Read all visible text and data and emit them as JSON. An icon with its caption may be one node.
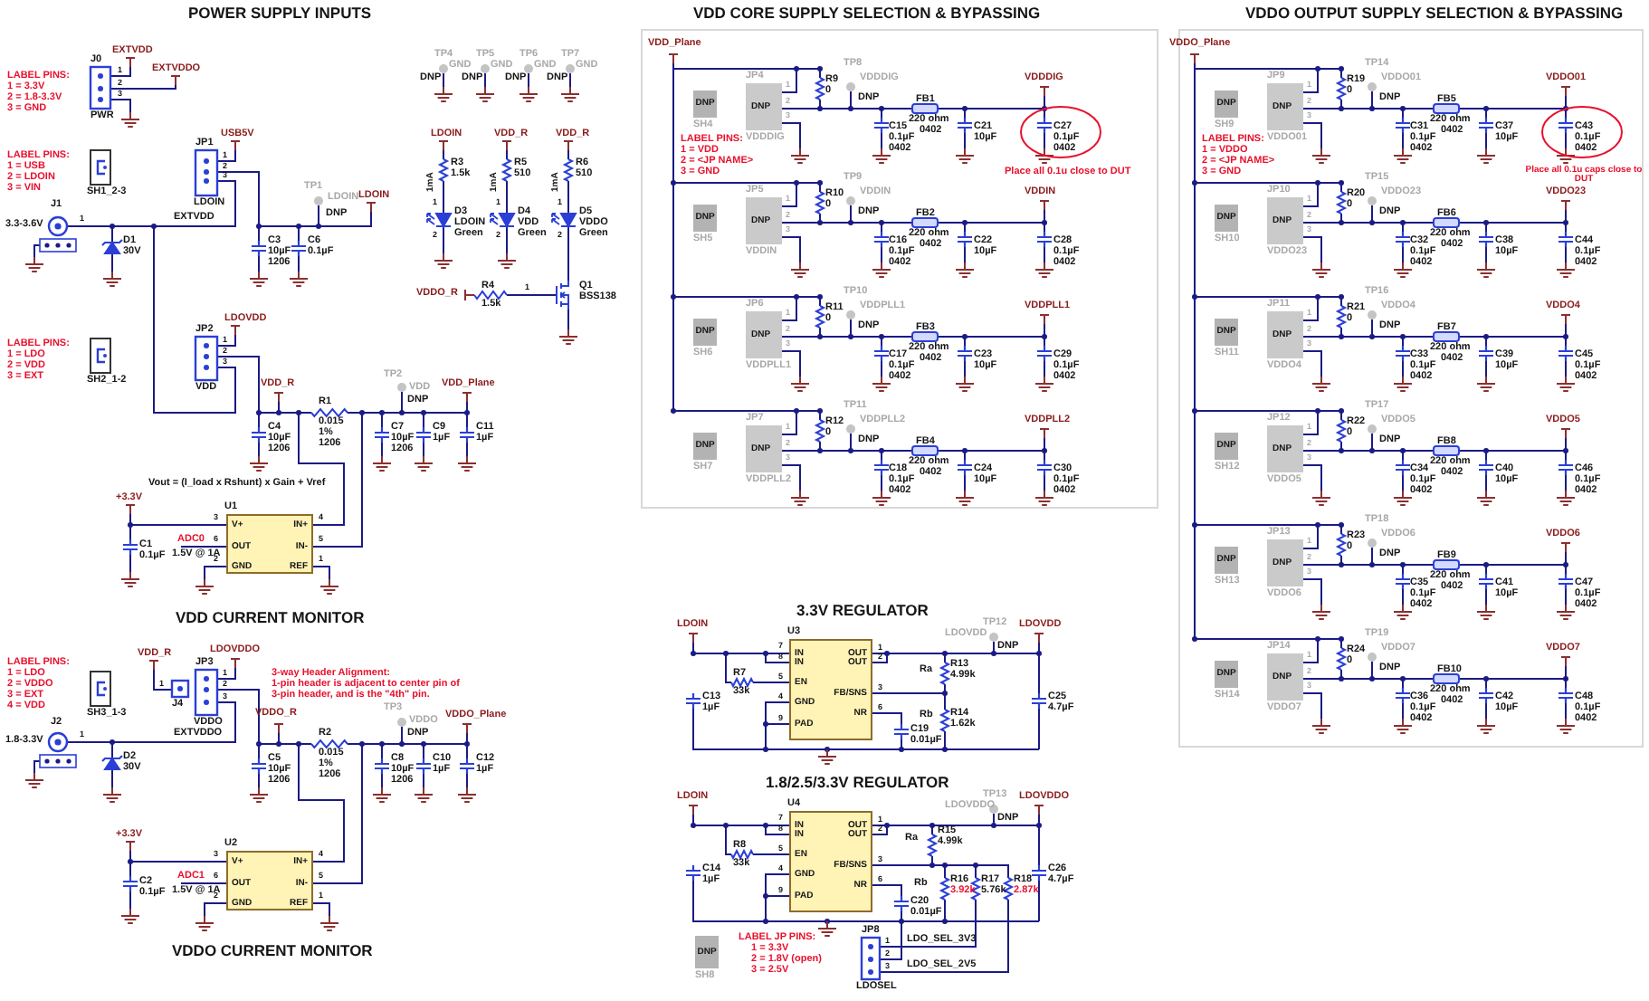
{
  "diagram": {
    "nodes": [
      {
        "text": [
          "V+",
          "OUT",
          "GND",
          "IN+",
          "IN-",
          "REF"
        ],
        "beside": [
          "U1"
        ]
      },
      {
        "text": [
          "V+",
          "OUT",
          "GND",
          "IN+",
          "IN-",
          "REF"
        ],
        "beside": [
          "U2"
        ]
      },
      {
        "text": [
          "DNP"
        ],
        "beside": [
          "SH4"
        ]
      },
      {
        "text": [
          "DNP"
        ],
        "beside": [
          "JP4",
          "VDDDIG"
        ]
      },
      {
        "text": [
          "DNP"
        ],
        "beside": [
          "SH5"
        ]
      },
      {
        "text": [
          "DNP"
        ],
        "beside": [
          "JP5",
          "VDDIN"
        ]
      },
      {
        "text": [
          "DNP"
        ],
        "beside": [
          "SH6"
        ]
      },
      {
        "text": [
          "DNP"
        ],
        "beside": [
          "JP6",
          "VDDPLL1"
        ]
      },
      {
        "text": [
          "DNP"
        ],
        "beside": [
          "SH7"
        ]
      },
      {
        "text": [
          "DNP"
        ],
        "beside": [
          "JP7",
          "VDDPLL2"
        ]
      },
      {
        "text": [
          "IN",
          "IN",
          "EN",
          "GND",
          "PAD",
          "OUT",
          "OUT",
          "FB/SNS",
          "NR"
        ],
        "beside": [
          "U3"
        ]
      },
      {
        "text": [
          "IN",
          "IN",
          "EN",
          "GND",
          "PAD",
          "OUT",
          "OUT",
          "FB/SNS",
          "NR"
        ],
        "beside": [
          "U4"
        ]
      },
      {
        "text": [
          "DNP"
        ],
        "beside": [
          "SH8"
        ]
      },
      {
        "text": [
          "DNP"
        ],
        "beside": [
          "SH9"
        ]
      },
      {
        "text": [
          "DNP"
        ],
        "beside": [
          "JP9",
          "VDDO01"
        ]
      },
      {
        "text": [
          "DNP"
        ],
        "beside": [
          "SH10"
        ]
      },
      {
        "text": [
          "DNP"
        ],
        "beside": [
          "JP10",
          "VDDO23"
        ]
      },
      {
        "text": [
          "DNP"
        ],
        "beside": [
          "SH11"
        ]
      },
      {
        "text": [
          "DNP"
        ],
        "beside": [
          "JP11",
          "VDDO4"
        ]
      },
      {
        "text": [
          "DNP"
        ],
        "beside": [
          "SH12"
        ]
      },
      {
        "text": [
          "DNP"
        ],
        "beside": [
          "JP12",
          "VDDO5"
        ]
      },
      {
        "text": [
          "DNP"
        ],
        "beside": [
          "SH13"
        ]
      },
      {
        "text": [
          "DNP"
        ],
        "beside": [
          "JP13",
          "VDDO6"
        ]
      },
      {
        "text": [
          "DNP"
        ],
        "beside": [
          "SH14"
        ]
      },
      {
        "text": [
          "DNP"
        ],
        "beside": [
          "JP14",
          "VDDO7"
        ]
      }
    ],
    "labels": [
      "POWER SUPPLY INPUTS",
      "J0",
      "EXTVDD",
      "1",
      "EXTVDDO",
      "2",
      "3",
      "PWR",
      "LABEL PINS:",
      "1 = 3.3V",
      "2 = 1.8-3.3V",
      "3 = GND",
      "LABEL PINS:",
      "1 = USB",
      "2 = LDOIN",
      "3 = VIN",
      "SH1_2-3",
      "USB5V",
      "JP1",
      "1",
      "2",
      "3",
      "J1",
      "LDOIN",
      "3.3-3.6V",
      "1",
      "EXTVDD",
      "D1",
      "30V",
      "TP1",
      "LDOIN",
      "DNP",
      "LDOIN",
      "C3",
      "10µF",
      "1206",
      "C6",
      "0.1µF",
      "TP4",
      "DNP",
      "GND",
      "TP5",
      "DNP",
      "GND",
      "TP6",
      "DNP",
      "GND",
      "TP7",
      "DNP",
      "GND",
      "LDOIN",
      "R3",
      "1.5k",
      "1mA",
      "1",
      "2",
      "D3",
      "LDOIN",
      "Green",
      "VDD_R",
      "R5",
      "510",
      "1mA",
      "1",
      "2",
      "D4",
      "VDD",
      "Green",
      "VDD_R",
      "R6",
      "510",
      "1mA",
      "1",
      "2",
      "D5",
      "VDDO",
      "Green",
      "VDDO_R",
      "R4",
      "1.5k",
      "1",
      "Q1",
      "BSS138",
      "LDOVDD",
      "JP2",
      "1",
      "2",
      "3",
      "VDD",
      "LABEL PINS:",
      "1 = LDO",
      "2 = VDD",
      "3 = EXT",
      "SH2_1-2",
      "VDD_R",
      "TP2",
      "VDD",
      "DNP",
      "VDD_Plane",
      "R1",
      "0.015",
      "1%",
      "1206",
      "C4",
      "10µF",
      "1206",
      "C7",
      "10µF",
      "1206",
      "C9",
      "1µF",
      "C11",
      "1µF",
      "Vout = (I_load x Rshunt) x Gain + Vref",
      "+3.3V",
      "3",
      "6",
      "2",
      "4",
      "5",
      "1",
      "ADC0",
      "1.5V @ 1A",
      "C1",
      "0.1µF",
      "VDD CURRENT MONITOR",
      "LABEL PINS:",
      "1 = LDO",
      "2 = VDDO",
      "3 = EXT",
      "4 = VDD",
      "SH3_1-3",
      "VDD_R",
      "LDOVDDO",
      "JP3",
      "1",
      "2",
      "3",
      "VDDO",
      "J4",
      "1",
      "3-way Header Alignment:",
      "1-pin header is adjacent to center pin of",
      "3-pin header, and is the \"4th\" pin.",
      "J2",
      "1.8-3.3V",
      "1",
      "EXTVDDO",
      "D2",
      "30V",
      "VDDO_R",
      "TP3",
      "VDDO",
      "DNP",
      "VDDO_Plane",
      "R2",
      "0.015",
      "1%",
      "1206",
      "C5",
      "10µF",
      "1206",
      "C8",
      "10µF",
      "1206",
      "C10",
      "1µF",
      "C12",
      "1µF",
      "+3.3V",
      "3",
      "6",
      "2",
      "4",
      "5",
      "1",
      "ADC1",
      "1.5V @ 1A",
      "C2",
      "0.1µF",
      "VDDO CURRENT MONITOR",
      "VDD CORE SUPPLY SELECTION & BYPASSING",
      "VDD_Plane",
      "TP8",
      "VDDDIG",
      "DNP",
      "R9",
      "0",
      "1",
      "2",
      "3",
      "C15",
      "0.1µF",
      "0402",
      "FB1",
      "220 ohm",
      "0402",
      "C21",
      "10µF",
      "VDDDIG",
      "C27",
      "0.1µF",
      "0402",
      "TP9",
      "VDDIN",
      "DNP",
      "R10",
      "0",
      "1",
      "2",
      "3",
      "C16",
      "0.1µF",
      "0402",
      "FB2",
      "220 ohm",
      "0402",
      "C22",
      "10µF",
      "VDDIN",
      "C28",
      "0.1µF",
      "0402",
      "TP10",
      "VDDPLL1",
      "DNP",
      "R11",
      "0",
      "1",
      "2",
      "3",
      "C17",
      "0.1µF",
      "0402",
      "FB3",
      "220 ohm",
      "0402",
      "C23",
      "10µF",
      "VDDPLL1",
      "C29",
      "0.1µF",
      "0402",
      "TP11",
      "VDDPLL2",
      "DNP",
      "R12",
      "0",
      "1",
      "2",
      "3",
      "C18",
      "0.1µF",
      "0402",
      "FB4",
      "220 ohm",
      "0402",
      "C24",
      "10µF",
      "VDDPLL2",
      "C30",
      "0.1µF",
      "0402",
      "Place all 0.1u close to DUT",
      "LABEL PINS:",
      "1 = VDD",
      "2 = <JP NAME>",
      "3 = GND",
      "VDDO OUTPUT SUPPLY SELECTION & BYPASSING",
      "VDDO_Plane",
      "TP14",
      "VDDO01",
      "DNP",
      "R19",
      "0",
      "1",
      "2",
      "3",
      "C31",
      "0.1µF",
      "0402",
      "FB5",
      "220 ohm",
      "0402",
      "C37",
      "10µF",
      "VDDO01",
      "C43",
      "0.1µF",
      "0402",
      "TP15",
      "VDDO23",
      "DNP",
      "R20",
      "0",
      "1",
      "2",
      "3",
      "C32",
      "0.1µF",
      "0402",
      "FB6",
      "220 ohm",
      "0402",
      "C38",
      "10µF",
      "VDDO23",
      "C44",
      "0.1µF",
      "0402",
      "TP16",
      "VDDO4",
      "DNP",
      "R21",
      "0",
      "1",
      "2",
      "3",
      "C33",
      "0.1µF",
      "0402",
      "FB7",
      "220 ohm",
      "0402",
      "C39",
      "10µF",
      "VDDO4",
      "C45",
      "0.1µF",
      "0402",
      "TP17",
      "VDDO5",
      "DNP",
      "R22",
      "0",
      "1",
      "2",
      "3",
      "C34",
      "0.1µF",
      "0402",
      "FB8",
      "220 ohm",
      "0402",
      "C40",
      "10µF",
      "VDDO5",
      "C46",
      "0.1µF",
      "0402",
      "TP18",
      "VDDO6",
      "DNP",
      "R23",
      "0",
      "1",
      "2",
      "3",
      "C35",
      "0.1µF",
      "0402",
      "FB9",
      "220 ohm",
      "0402",
      "C41",
      "10µF",
      "VDDO6",
      "C47",
      "0.1µF",
      "0402",
      "TP19",
      "VDDO7",
      "DNP",
      "R24",
      "0",
      "1",
      "2",
      "3",
      "C36",
      "0.1µF",
      "0402",
      "FB10",
      "220 ohm",
      "0402",
      "C42",
      "10µF",
      "VDDO7",
      "C48",
      "0.1µF",
      "0402",
      "Place all 0.1u caps close to DUT",
      "LABEL PINS:",
      "1 = VDDO",
      "2 = <JP NAME>",
      "3 = GND",
      "3.3V REGULATOR",
      "LDOIN",
      "7",
      "8",
      "5",
      "4",
      "9",
      "1",
      "2",
      "3",
      "6",
      "R7",
      "33k",
      "C13",
      "1µF",
      "TP12",
      "LDOVDD",
      "DNP",
      "LDOVDD",
      "Ra",
      "R13",
      "4.99k",
      "Rb",
      "R14",
      "1.62k",
      "C19",
      "0.01µF",
      "C25",
      "4.7µF",
      "1.8/2.5/3.3V REGULATOR",
      "LDOIN",
      "7",
      "8",
      "5",
      "4",
      "9",
      "1",
      "2",
      "3",
      "6",
      "R8",
      "33k",
      "C14",
      "1µF",
      "TP13",
      "LDOVDDO",
      "DNP",
      "LDOVDDO",
      "Ra",
      "R15",
      "4.99k",
      "Rb",
      "R16",
      "3.92k",
      "R17",
      "5.76k",
      "R18",
      "2.87k",
      "C20",
      "0.01µF",
      "C26",
      "4.7µF",
      "LABEL JP PINS:",
      "1 = 3.3V",
      "2 = 1.8V (open)",
      "3 = 2.5V",
      "JP8",
      "1",
      "2",
      "3",
      "LDO_SEL_3V3",
      "LDO_SEL_2V5",
      "LDOSEL"
    ]
  }
}
